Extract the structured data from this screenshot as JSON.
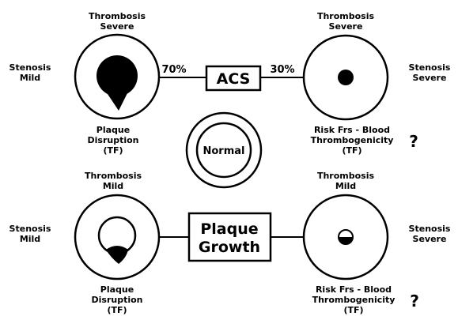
{
  "top_left": {
    "thrombosis": [
      "Thrombosis",
      "Severe"
    ],
    "stenosis": [
      "Stenosis",
      "Mild"
    ],
    "plaque": [
      "Plaque",
      "Disruption",
      "(TF)"
    ]
  },
  "top_right": {
    "thrombosis": [
      "Thrombosis",
      "Severe"
    ],
    "stenosis": [
      "Stenosis",
      "Severe"
    ],
    "risk": [
      "Risk Frs - Blood",
      "Thrombogenicity",
      "(TF)"
    ],
    "question": "?"
  },
  "acs": {
    "label": "ACS",
    "left_pct": "70%",
    "right_pct": "30%"
  },
  "normal": {
    "label": "Normal"
  },
  "bottom_left": {
    "thrombosis": [
      "Thrombosis",
      "Mild"
    ],
    "stenosis": [
      "Stenosis",
      "Mild"
    ],
    "plaque": [
      "Plaque",
      "Disruption",
      "(TF)"
    ]
  },
  "bottom_right": {
    "thrombosis": [
      "Thrombosis",
      "Mild"
    ],
    "stenosis": [
      "Stenosis",
      "Severe"
    ],
    "risk": [
      "Risk Frs - Blood",
      "Thrombogenicity",
      "(TF)"
    ],
    "question": "?"
  },
  "plaque_growth": {
    "label": [
      "Plaque",
      "Growth"
    ]
  }
}
